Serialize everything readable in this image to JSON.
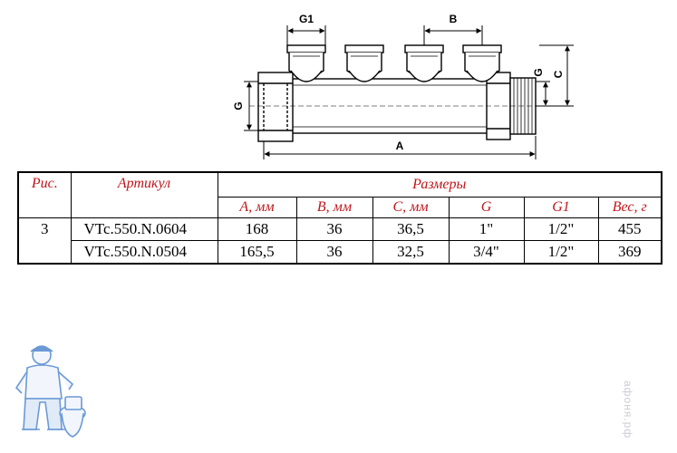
{
  "drawing": {
    "labels": {
      "g1": "G1",
      "b": "B",
      "g_left": "G",
      "g_right": "G",
      "c": "C",
      "a": "A"
    }
  },
  "table": {
    "headers": {
      "fig": "Рис.",
      "article": "Артикул",
      "sizes": "Размеры",
      "a": "A, мм",
      "b": "B, мм",
      "c": "C, мм",
      "g": "G",
      "g1": "G1",
      "weight": "Вес, г"
    },
    "fig_number": "3",
    "rows": [
      {
        "article": "VTc.550.N.0604",
        "a": "168",
        "b": "36",
        "c": "36,5",
        "g": "1\"",
        "g1": "1/2\"",
        "weight": "455"
      },
      {
        "article": "VTc.550.N.0504",
        "a": "165,5",
        "b": "36",
        "c": "32,5",
        "g": "3/4\"",
        "g1": "1/2\"",
        "weight": "369"
      }
    ]
  },
  "watermark": "афоня.рф",
  "colors": {
    "header_red": "#c0151b",
    "mascot_blue": "#3a78c9"
  }
}
